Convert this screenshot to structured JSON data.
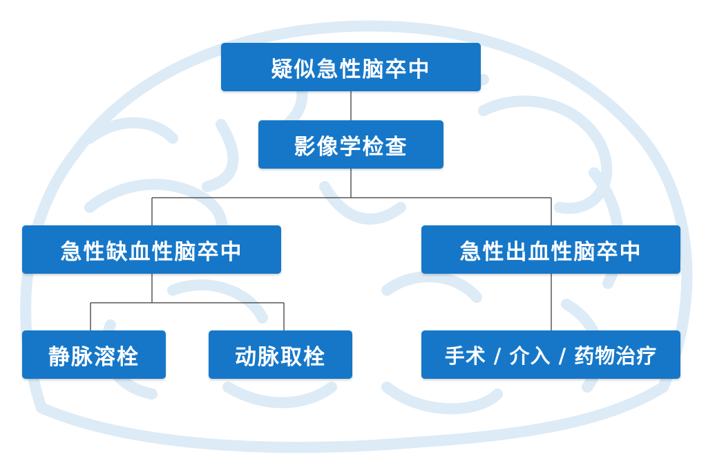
{
  "diagram": {
    "root": "疑似急性脑卒中",
    "step": "影像学检查",
    "branches": [
      {
        "label": "急性缺血性脑卒中",
        "children": [
          "静脉溶栓",
          "动脉取栓"
        ]
      },
      {
        "label": "急性出血性脑卒中",
        "children": [
          "手术 / 介入 / 药物治疗"
        ]
      }
    ]
  },
  "colors": {
    "node_fill": "#1677c8",
    "node_text": "#ffffff",
    "connector": "#555555",
    "background_brain": "#dcebf6"
  }
}
